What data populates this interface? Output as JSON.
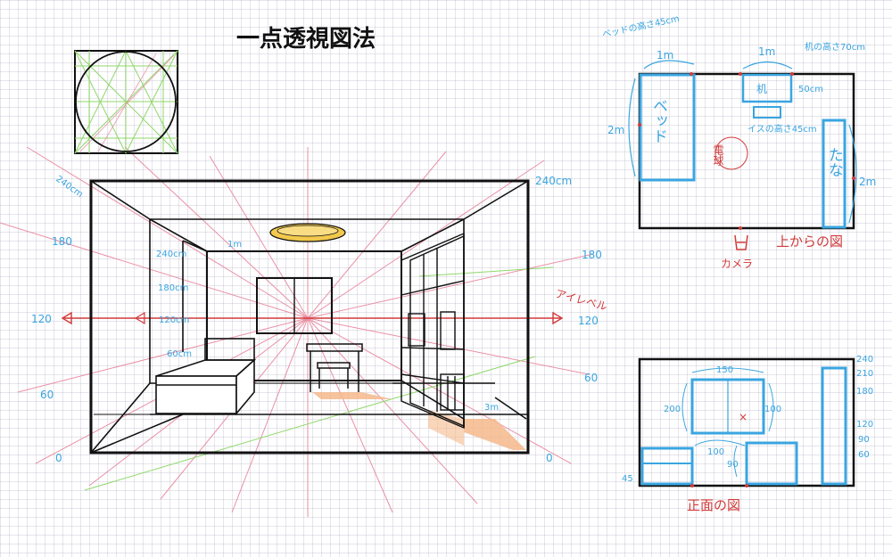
{
  "title": "一点透視図法",
  "colors": {
    "grid": "#c8c8d4",
    "line": "#111111",
    "ray": "#e8859c",
    "eyelevel": "#d23a3a",
    "dimension": "#3aa5e0",
    "floor_fill": "#f5b98c",
    "lamp": "#f2c94c",
    "green_guide": "#8fd86a"
  },
  "perspective": {
    "eye_level_label": "アイレベル",
    "height_left": [
      "240cm",
      "180",
      "120",
      "60",
      "0"
    ],
    "height_right": [
      "240cm",
      "180",
      "120",
      "60",
      "0"
    ],
    "inner_left": [
      "240cm",
      "180cm",
      "120cm",
      "60cm"
    ],
    "inner_top": "1m",
    "inner_floor": "3m"
  },
  "plan_top": {
    "caption": "上からの図",
    "camera_label": "カメラ",
    "bed_height_note": "ベッドの高さ45cm",
    "desk_height_note": "机の高さ70cm",
    "chair_height_note": "イスの高さ45cm",
    "bed_label": "ベッド",
    "desk_label": "机",
    "shelf_label": "たな",
    "lamp_label": "電球",
    "dim_bed_w": "1m",
    "dim_desk_w": "1m",
    "dim_desk_d": "50cm",
    "dim_bed_l": "2m",
    "dim_shelf_l": "2m"
  },
  "plan_front": {
    "caption": "正面の図",
    "dims_right": [
      "240",
      "210",
      "180",
      "120",
      "90",
      "60"
    ],
    "dim_window_w": "150",
    "dim_window_left": "200",
    "dim_window_right": "100",
    "dim_desk_left": "100",
    "dim_desk_h": "90",
    "dim_bed_h": "45"
  }
}
